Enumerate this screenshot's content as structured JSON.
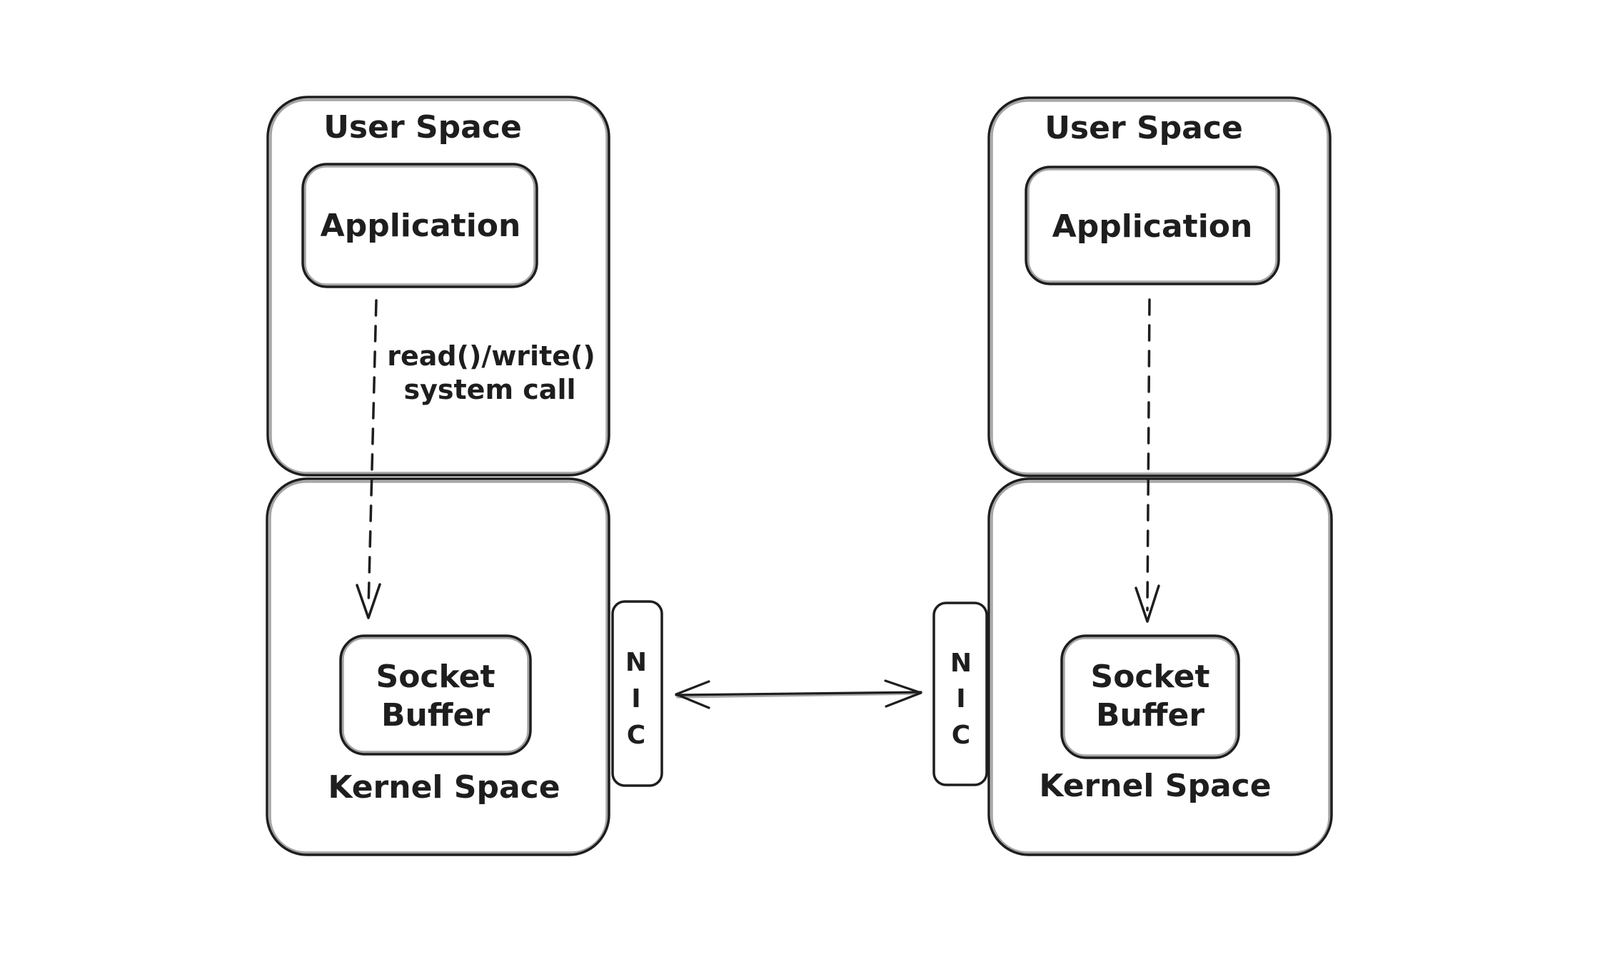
{
  "diagram": {
    "background_color": "#ffffff",
    "stroke_color": "#1e1e1e",
    "left_system": {
      "user_space_label": "User Space",
      "application_label": "Application",
      "syscall_line1": "read()/write()",
      "syscall_line2": "system call",
      "kernel_space_label": "Kernel Space",
      "socket_buffer_line1": "Socket",
      "socket_buffer_line2": "Buffer",
      "nic_letters": [
        "N",
        "I",
        "C"
      ]
    },
    "right_system": {
      "user_space_label": "User Space",
      "application_label": "Application",
      "kernel_space_label": "Kernel Space",
      "socket_buffer_line1": "Socket",
      "socket_buffer_line2": "Buffer",
      "nic_letters": [
        "N",
        "I",
        "C"
      ]
    },
    "connections": {
      "left_syscall_arrow": {
        "style": "dashed",
        "from": "application",
        "to": "socket-buffer"
      },
      "right_syscall_arrow": {
        "style": "dashed",
        "from": "application",
        "to": "socket-buffer"
      },
      "nic_link": {
        "style": "double-headed-arrow",
        "from": "left-nic",
        "to": "right-nic"
      }
    }
  }
}
